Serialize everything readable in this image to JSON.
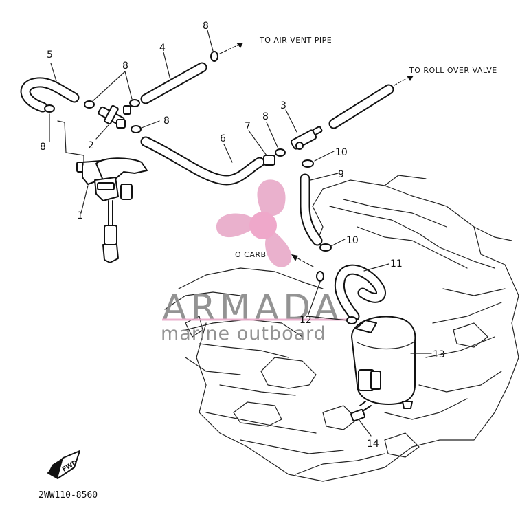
{
  "diagram": {
    "part_code": "2WW110-8560",
    "callouts": {
      "p1": "1",
      "p2": "2",
      "p3": "3",
      "p4": "4",
      "p5": "5",
      "p6": "6",
      "p7": "7",
      "p8a": "8",
      "p8b": "8",
      "p8c": "8",
      "p8d": "8",
      "p8e": "8",
      "p9": "9",
      "p10a": "10",
      "p10b": "10",
      "p11": "11",
      "p12": "12",
      "p13": "13",
      "p14": "14"
    },
    "notes": {
      "air_vent": "TO AIR VENT PIPE",
      "roll_over": "TO ROLL OVER VALVE",
      "carb": "O CARB"
    },
    "front_label": "FWD"
  },
  "watermark": {
    "title": "ARMADA",
    "subtitle": "marine outboard",
    "color": "#e8a9c8",
    "text_color": "#888888"
  }
}
